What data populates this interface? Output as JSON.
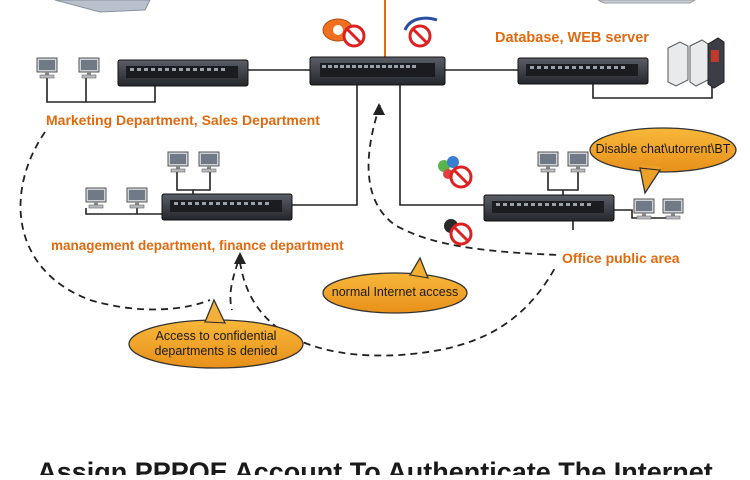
{
  "labels": {
    "database": "Database, WEB server",
    "marketing": "Marketing Department, Sales Department",
    "management": "management department, finance department",
    "office": "Office public area"
  },
  "bubbles": {
    "disable": "Disable chat\\utorrent\\BT",
    "normal": "normal Internet access",
    "confidential_line1": "Access to confidential",
    "confidential_line2": "departments is denied"
  },
  "footer": {
    "title": "Assign PPPOE Account To Authenticate The Internet"
  },
  "colors": {
    "label": "#e06a10",
    "bubble_fill": "#f0a020",
    "switch_body": "#3a3d44",
    "line": "#222222",
    "forbid_red": "#e02020"
  },
  "icons": [
    "switch-icon",
    "computer-icon",
    "server-icon",
    "router-icon",
    "forbidden-icon",
    "chat-icon",
    "torrent-icon"
  ]
}
